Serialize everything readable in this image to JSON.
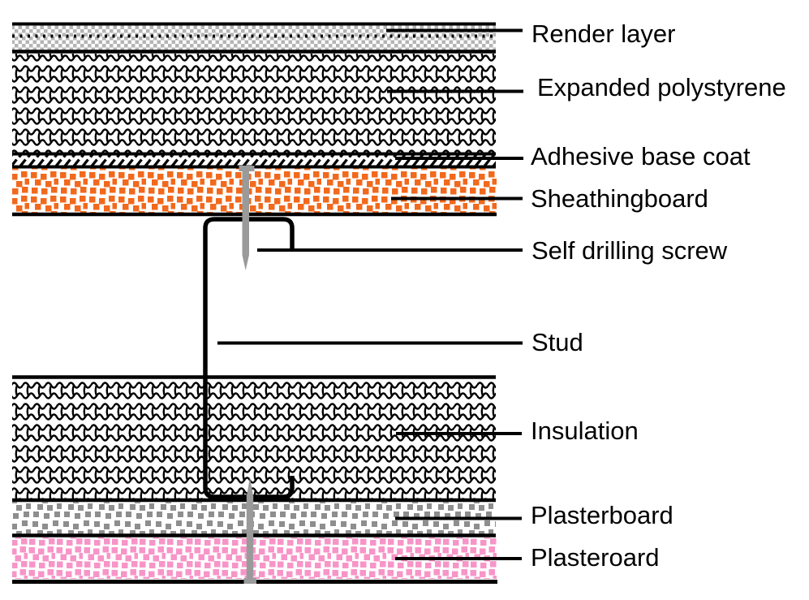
{
  "figure": {
    "type": "wall-construction-cross-section-diagram",
    "background": "#FFFFFF"
  },
  "labels": {
    "render_layer": "Render layer",
    "expanded_polystyrene": "Expanded polystyrene",
    "adhesive_base_coat": "Adhesive base coat",
    "sheathingboard": "Sheathingboard",
    "self_drilling_screw": "Self drilling screw",
    "stud": "Stud",
    "insulation": "Insulation",
    "plasterboard": "Plasterboard",
    "plasteroard": "Plasteroard"
  },
  "layers_top_to_bottom": [
    "Render layer",
    "Expanded polystyrene",
    "Adhesive base coat",
    "Sheathingboard",
    "Self drilling screw",
    "Stud",
    "Insulation",
    "Plasterboard",
    "Plasteroard"
  ],
  "colors": {
    "line_black": "#000000",
    "render_gray": "#B4B4B4",
    "sheathingboard_orange": "#F1691D",
    "plasterboard_gray": "#8E8E8E",
    "plasteroard_pink": "#F795C8",
    "screw_gray": "#9A9A9A"
  }
}
